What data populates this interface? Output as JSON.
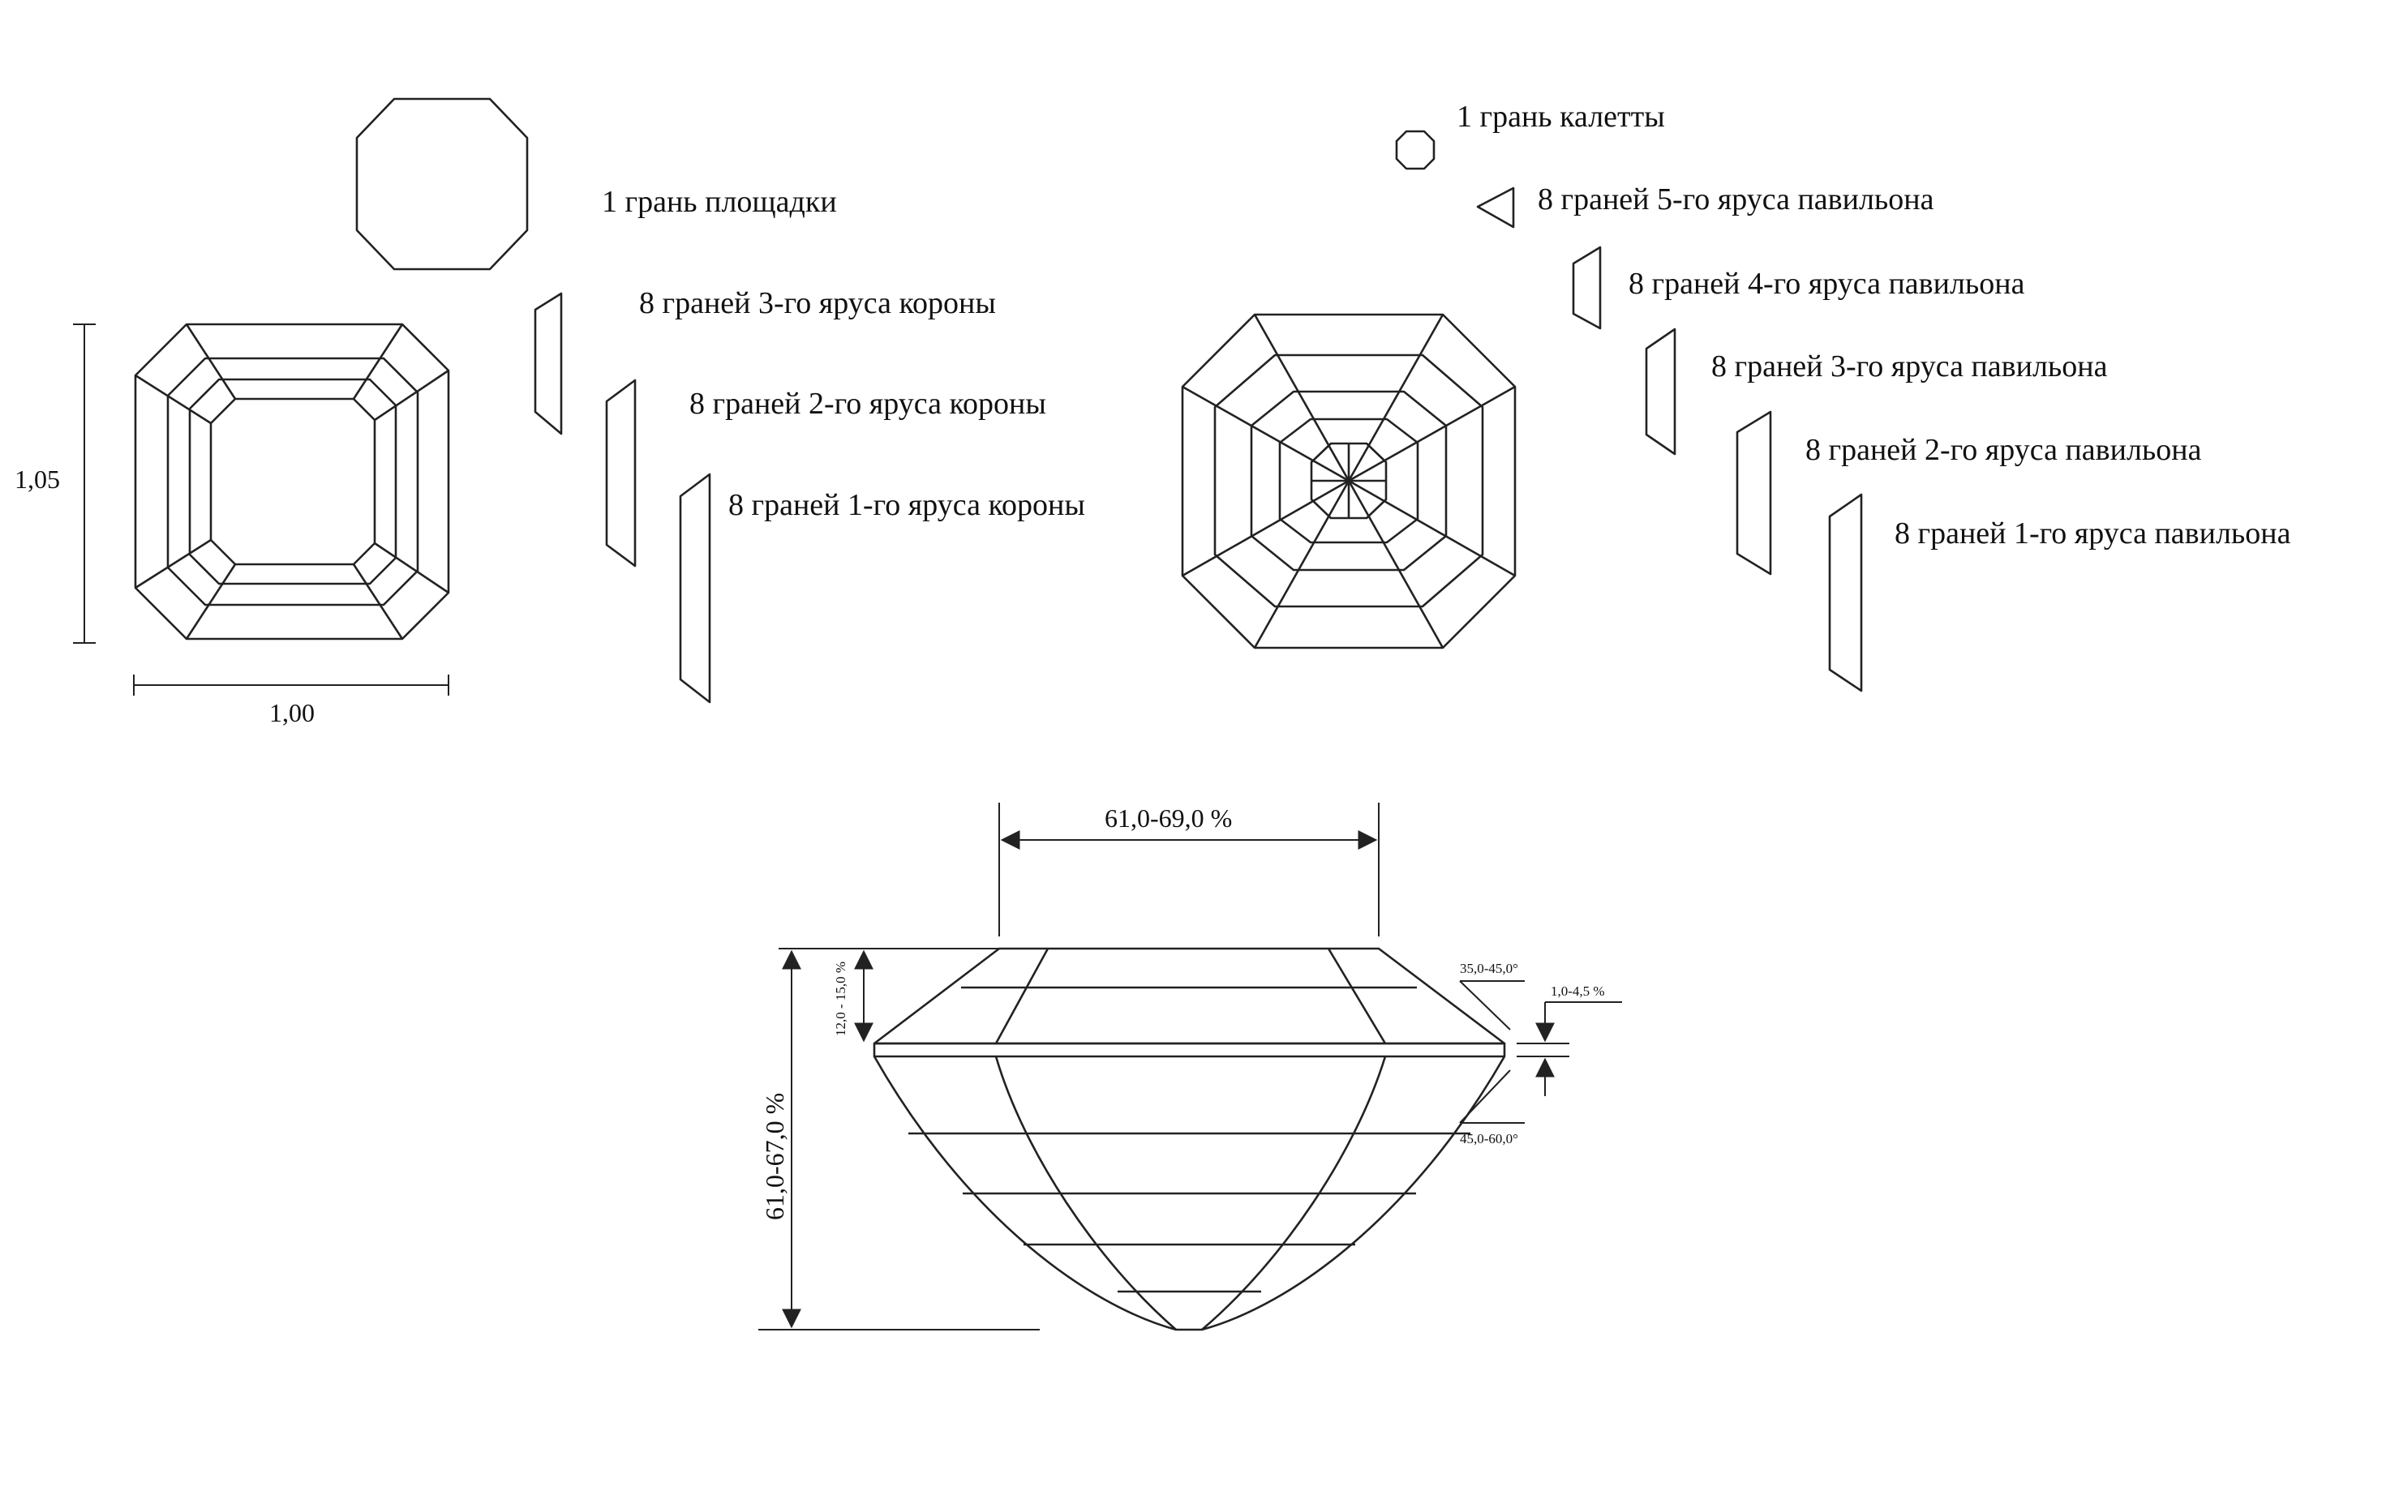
{
  "crown_facets": {
    "table": "1 грань площадки",
    "tier3": "8 граней 3-го яруса короны",
    "tier2": "8 граней 2-го яруса короны",
    "tier1": "8 граней 1-го яруса короны"
  },
  "pavilion_facets": {
    "culet": "1 грань калетты",
    "tier5": "8 граней 5-го яруса павильона",
    "tier4": "8 граней 4-го яруса павильона",
    "tier3": "8 граней 3-го яруса павильона",
    "tier2": "8 граней 2-го яруса павильона",
    "tier1": "8 граней 1-го яруса павильона"
  },
  "top_view": {
    "length": "1,05",
    "width": "1,00"
  },
  "side_view": {
    "table_width": "61,0-69,0 %",
    "total_depth": "61,0-67,0 %",
    "crown_height": "12,0 - 15,0 %",
    "crown_angle": "35,0-45,0°",
    "girdle_thickness": "1,0-4,5 %",
    "pavilion_angle": "45,0-60,0°"
  }
}
